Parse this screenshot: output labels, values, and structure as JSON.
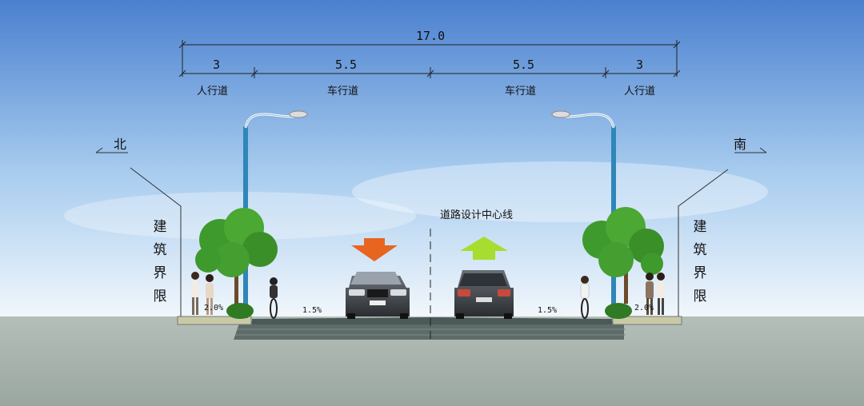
{
  "dimensions": {
    "total": "17.0",
    "segments": [
      {
        "width": "3",
        "label": "人行道"
      },
      {
        "width": "5.5",
        "label": "车行道"
      },
      {
        "width": "5.5",
        "label": "车行道"
      },
      {
        "width": "3",
        "label": "人行道"
      }
    ]
  },
  "directions": {
    "left": "北",
    "right": "南"
  },
  "building_line": {
    "left": [
      "建",
      "筑",
      "界",
      "限"
    ],
    "right": [
      "建",
      "筑",
      "界",
      "限"
    ]
  },
  "centerline_label": "道路设计中心线",
  "slopes": {
    "sidewalk_left": "2.0%",
    "road_left": "1.5%",
    "road_right": "1.5%",
    "sidewalk_right": "2.0%"
  },
  "colors": {
    "sky_top": "#4f86d2",
    "sky_bottom": "#eef5fc",
    "ground": "#a9b4ae",
    "road": "#5c6b68",
    "pole": "#2f86b8",
    "arrow_down": "#e8651f",
    "arrow_up": "#a6dd2e",
    "tree": "#3f9a2c"
  },
  "icons": [
    "street-lamp-icon",
    "tree-icon",
    "car-icon",
    "pedestrian-icon",
    "cyclist-icon",
    "traffic-arrow-icon"
  ]
}
